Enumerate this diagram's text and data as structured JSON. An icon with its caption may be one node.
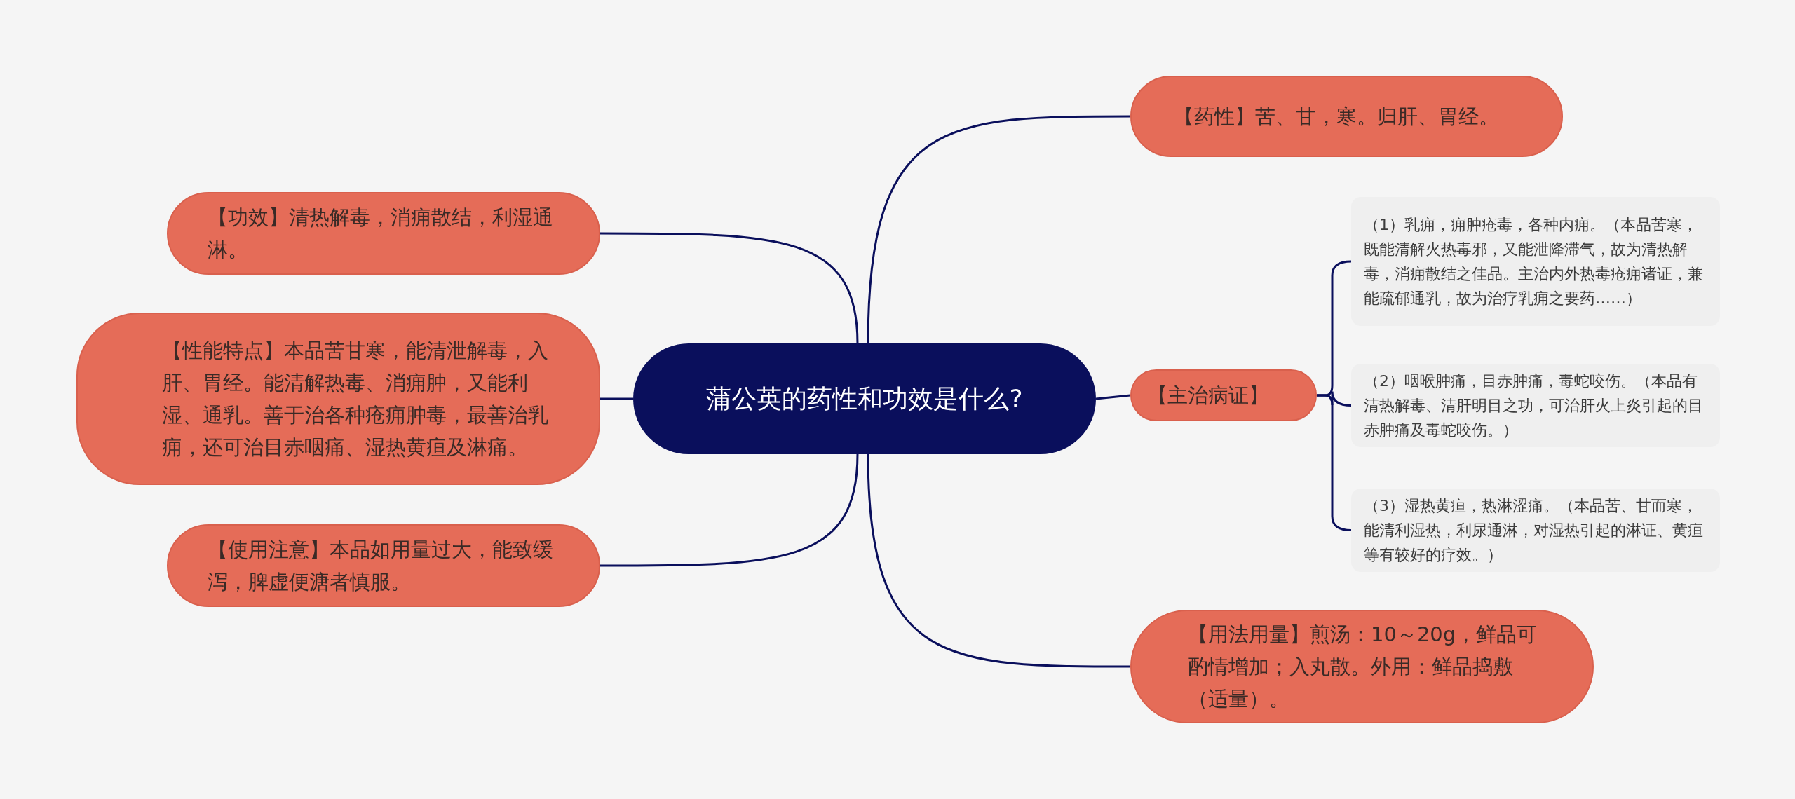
{
  "diagram": {
    "nodes": [
      {
        "text": [
          "蒲公英的药性和功效是什么?"
        ]
      },
      {
        "text": [
          "【药性】苦、甘，寒。归肝、胃经。"
        ]
      },
      {
        "text": [
          "【主治病证】"
        ]
      },
      {
        "text": [
          "（1）乳痈，痈肿疮毒，各种内痈。（本品苦寒，既能清解火热毒邪，又能泄降滞气，故为清热解毒，消痈散结之佳品。主治内外热毒疮痈诸证，兼能疏郁通乳，故为治疗乳痈之要药……）"
        ]
      },
      {
        "text": [
          "（2）咽喉肿痛，目赤肿痛，毒蛇咬伤。（本品有清热解毒、清肝明目之功，可治肝火上炎引起的目赤肿痛及毒蛇咬伤。）"
        ]
      },
      {
        "text": [
          "（3）湿热黄疸，热淋涩痛。（本品苦、甘而寒，能清利湿热，利尿通淋，对湿热引起的淋证、黄疸等有较好的疗效。）"
        ]
      },
      {
        "text": [
          "【用法用量】煎汤：10～20g，鲜品可酌情增加；入丸散。外用：鲜品捣敷（适量）。"
        ]
      },
      {
        "text": [
          "【功效】清热解毒，消痈散结，利湿通淋。"
        ]
      },
      {
        "text": [
          "【性能特点】本品苦甘寒，能清泄解毒，入肝、胃经。能清解热毒、消痈肿，又能利湿、通乳。善于治各种疮痈肿毒，最善治乳痈，还可治目赤咽痛、湿热黄疸及淋痛。"
        ]
      },
      {
        "text": [
          "【使用注意】本品如用量过大，能致缓泻，脾虚便溏者慎服。"
        ]
      }
    ],
    "edges": [
      {
        "from": 0,
        "to": 1,
        "arrow": "none"
      },
      {
        "from": 0,
        "to": 2,
        "arrow": "none"
      },
      {
        "from": 2,
        "to": 3,
        "arrow": "none"
      },
      {
        "from": 2,
        "to": 4,
        "arrow": "none"
      },
      {
        "from": 2,
        "to": 5,
        "arrow": "none"
      },
      {
        "from": 0,
        "to": 6,
        "arrow": "none"
      },
      {
        "from": 0,
        "to": 7,
        "arrow": "none"
      },
      {
        "from": 0,
        "to": 8,
        "arrow": "none"
      },
      {
        "from": 0,
        "to": 9,
        "arrow": "none"
      }
    ]
  }
}
